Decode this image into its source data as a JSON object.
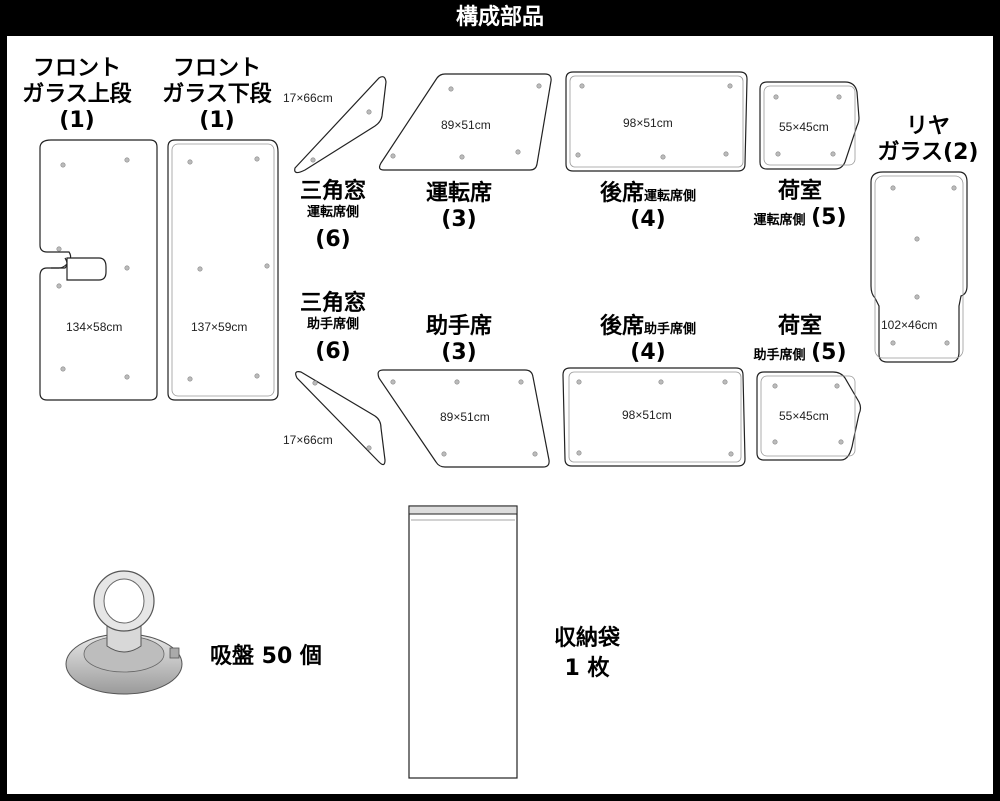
{
  "title": "構成部品",
  "parts": {
    "front_upper": {
      "line1": "フロント",
      "line2": "ガラス上段",
      "count": "(1)",
      "size": "134×58cm"
    },
    "front_lower": {
      "line1": "フロント",
      "line2": "ガラス下段",
      "count": "(1)",
      "size": "137×59cm"
    },
    "tri_driver": {
      "name": "三角窓",
      "side": "運転席側",
      "count": "(6)",
      "size": "17×66cm"
    },
    "tri_passenger": {
      "name": "三角窓",
      "side": "助手席側",
      "count": "(6)",
      "size": "17×66cm"
    },
    "driver_seat": {
      "name": "運転席",
      "count": "(3)",
      "size": "89×51cm"
    },
    "passenger_seat": {
      "name": "助手席",
      "count": "(3)",
      "size": "89×51cm"
    },
    "rear_driver": {
      "name": "後席",
      "side": "運転席側",
      "count": "(4)",
      "size": "98×51cm"
    },
    "rear_passenger": {
      "name": "後席",
      "side": "助手席側",
      "count": "(4)",
      "size": "98×51cm"
    },
    "cargo_driver": {
      "name": "荷室",
      "side": "運転席側",
      "count": "(5)",
      "size": "55×45cm"
    },
    "cargo_passenger": {
      "name": "荷室",
      "side": "助手席側",
      "count": "(5)",
      "size": "55×45cm"
    },
    "rear_glass": {
      "line1": "リヤ",
      "line2": "ガラス(2)",
      "size": "102×46cm"
    }
  },
  "accessories": {
    "suction_cups": "吸盤 50 個",
    "bag_line1": "収納袋",
    "bag_line2": "1 枚"
  }
}
